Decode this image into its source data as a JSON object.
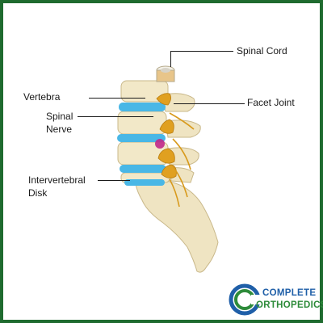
{
  "labels": {
    "spinal_cord": "Spinal Cord",
    "vertebra": "Vertebra",
    "facet_joint": "Facet Joint",
    "spinal_nerve_line1": "Spinal",
    "spinal_nerve_line2": "Nerve",
    "disk_line1": "Intervertebral",
    "disk_line2": "Disk"
  },
  "logo": {
    "line1": "COMPLETE",
    "line2": "ORTHOPEDICS"
  },
  "colors": {
    "frame": "#1f6b2f",
    "bone": "#efe4c2",
    "disk": "#49b7e6",
    "nerve": "#e0a020",
    "inflamed": "#c0288a",
    "logo_blue": "#1f5fa8",
    "logo_green": "#2e8b3a"
  }
}
